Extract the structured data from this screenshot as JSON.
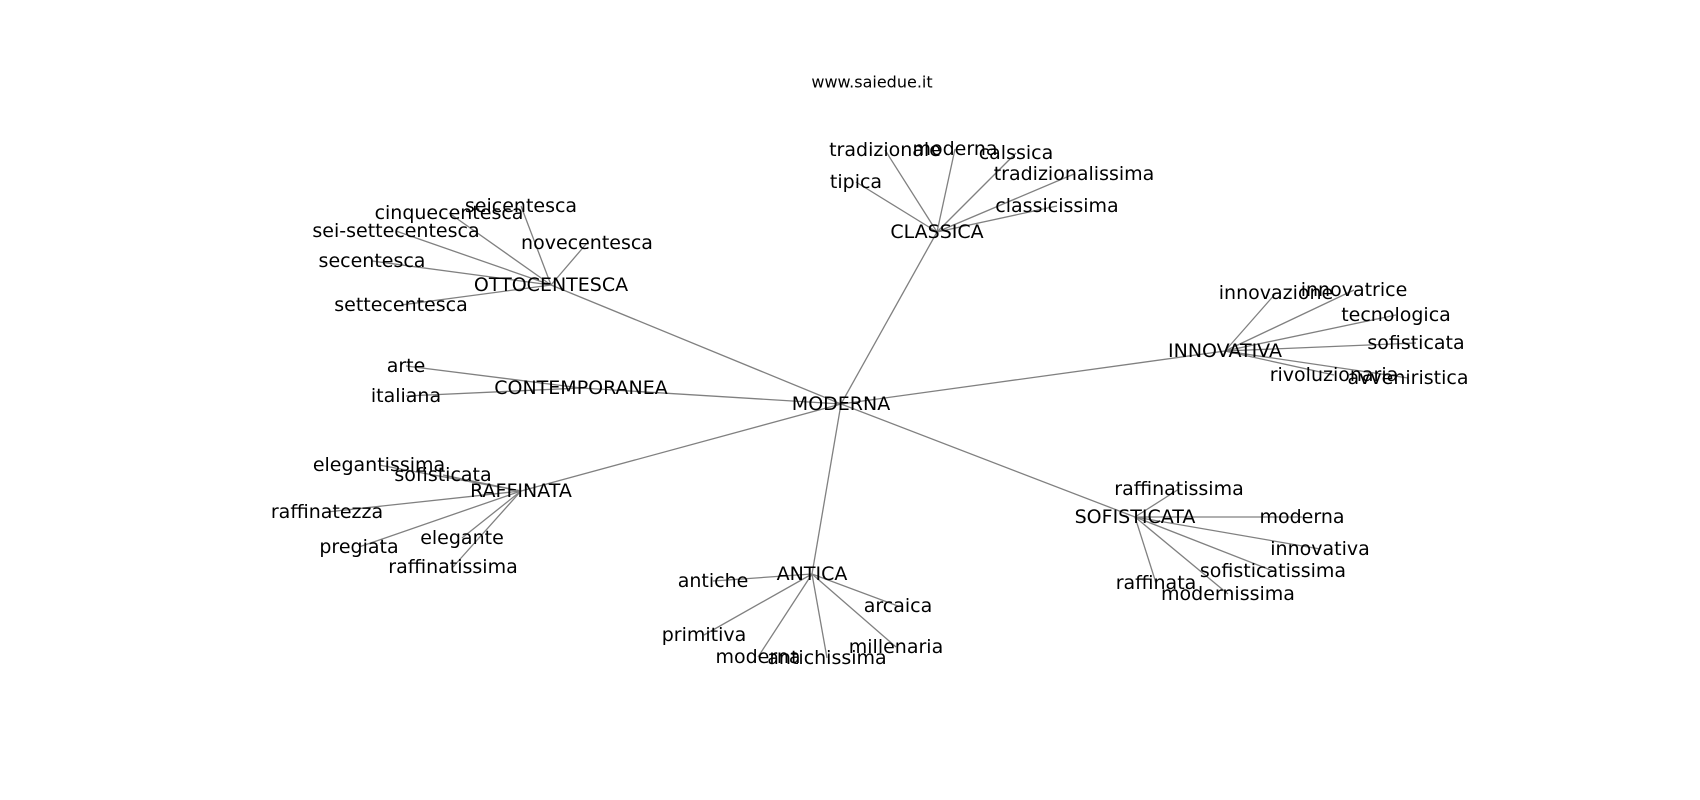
{
  "site": "www.saiedue.it",
  "graph": {
    "center": "MODERNA",
    "groups": [
      {
        "label": "CLASSICA",
        "words": [
          "tradizionale",
          "moderna",
          "calssica",
          "tradizionalissima",
          "tipica",
          "classicissima"
        ]
      },
      {
        "label": "OTTOCENTESCA",
        "words": [
          "seicentesca",
          "cinquecentesca",
          "sei-settecentesca",
          "novecentesca",
          "secentesca",
          "settecentesca"
        ]
      },
      {
        "label": "INNOVATIVA",
        "words": [
          "innovazione",
          "innovatrice",
          "tecnologica",
          "sofisticata",
          "rivoluzionaria",
          "avveniristica"
        ]
      },
      {
        "label": "CONTEMPORANEA",
        "words": [
          "arte",
          "italiana"
        ]
      },
      {
        "label": "RAFFINATA",
        "words": [
          "elegantissima",
          "sofisticata",
          "raffinatezza",
          "elegante",
          "pregiata",
          "raffinatissima"
        ]
      },
      {
        "label": "SOFISTICATA",
        "words": [
          "raffinatissima",
          "moderna",
          "innovativa",
          "sofisticatissima",
          "raffinata",
          "modernissima"
        ]
      },
      {
        "label": "ANTICA",
        "words": [
          "antiche",
          "arcaica",
          "primitiva",
          "millenaria",
          "moderna",
          "antichissima"
        ]
      }
    ]
  }
}
